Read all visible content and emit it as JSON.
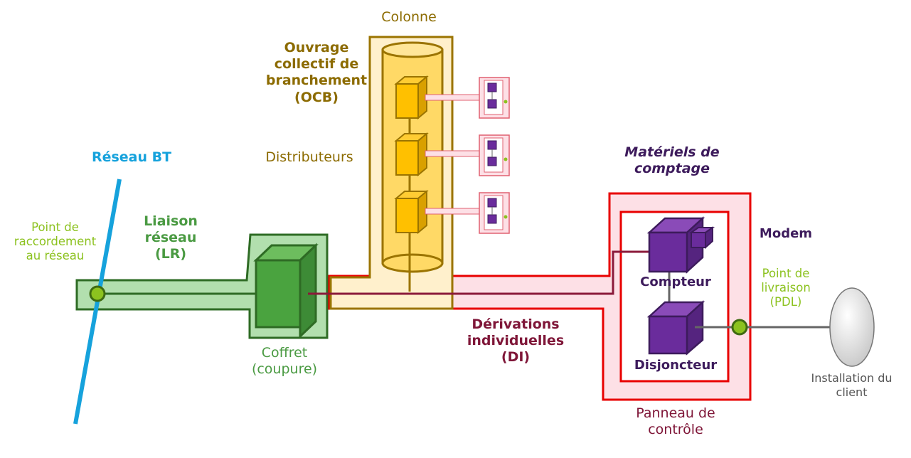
{
  "colors": {
    "reseau_bt": "#16a2dc",
    "point_green": "#8cc21f",
    "lr_dark": "#2e6b24",
    "lr_fill": "#b2dfae",
    "coffret_text": "#4a9a42",
    "ocb_text": "#8c6b00",
    "di_red": "#e80000",
    "di_text": "#7f1638",
    "comptage_text": "#3d1b5c",
    "purple": "#6a2c9c",
    "client_text": "#555555"
  },
  "labels": {
    "colonne": "Colonne",
    "ocb": "Ouvrage\ncollectif de\nbranchement\n(OCB)",
    "distributeurs": "Distributeurs",
    "reseau_bt": "Réseau BT",
    "point_raccordement": "Point de\nraccordement\nau réseau",
    "liaison_reseau": "Liaison\nréseau\n(LR)",
    "coffret": "Coffret\n(coupure)",
    "derivations": "Dérivations\nindividuelles\n(DI)",
    "materiels_comptage": "Matériels de\ncomptage",
    "modem": "Modem",
    "compteur": "Compteur",
    "disjoncteur": "Disjoncteur",
    "point_livraison": "Point de\nlivraison\n(PDL)",
    "installation_client": "Installation du\nclient",
    "panneau_controle": "Panneau de\ncontrôle"
  }
}
